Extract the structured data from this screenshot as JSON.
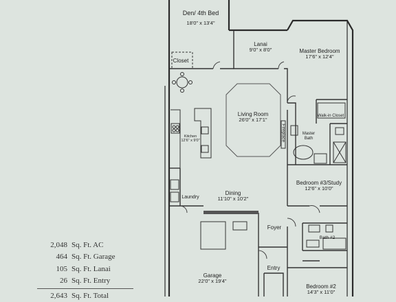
{
  "rooms": {
    "den": {
      "name": "Den/ 4th Bed",
      "dim": "18'0\" x 13'4\""
    },
    "lanai": {
      "name": "Lanai",
      "dim": "9'0\" x 8'0\""
    },
    "master": {
      "name": "Master Bedroom",
      "dim": "17'6\" x 12'4\""
    },
    "closet": {
      "name": "Closet"
    },
    "walkin": {
      "name": "Walk-in Closet"
    },
    "living": {
      "name": "Living Room",
      "dim": "26'0\" x 17'1\""
    },
    "kitchen": {
      "name": "Kitchen",
      "dim": "12'6\" x 9'0\""
    },
    "fireplace": {
      "name": "Fireplace"
    },
    "masterbath": {
      "name": "Master Bath"
    },
    "bed3": {
      "name": "Bedroom #3/Study",
      "dim": "12'6\" x 10'0\""
    },
    "dining": {
      "name": "Dining",
      "dim": "11'10\" x 10'2\""
    },
    "laundry": {
      "name": "Laundry"
    },
    "foyer": {
      "name": "Foyer"
    },
    "bath2": {
      "name": "Bath #2"
    },
    "garage": {
      "name": "Garage",
      "dim": "22'0\" x 19'4\""
    },
    "entry": {
      "name": "Entry"
    },
    "bed2": {
      "name": "Bedroom #2",
      "dim": "14'3\" x 11'0\""
    }
  },
  "square_footage": [
    {
      "value": "2,048",
      "label": "Sq. Ft. AC"
    },
    {
      "value": "464",
      "label": "Sq. Ft. Garage"
    },
    {
      "value": "105",
      "label": "Sq. Ft. Lanai"
    },
    {
      "value": "26",
      "label": "Sq. Ft. Entry"
    },
    {
      "value": "2,643",
      "label": "Sq. Ft. Total"
    }
  ]
}
